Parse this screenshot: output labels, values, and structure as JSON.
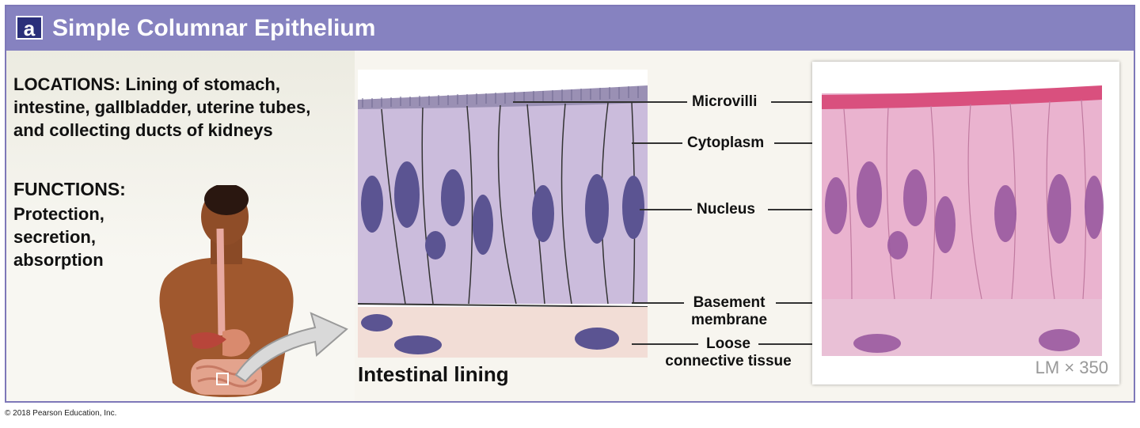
{
  "header": {
    "badge": "a",
    "title": "Simple Columnar Epithelium"
  },
  "info": {
    "locations_heading": "LOCATIONS:",
    "locations_text": "Lining of stomach, intestine, gallbladder, uterine tubes, and collecting ducts of kidneys",
    "functions_heading": "FUNCTIONS:",
    "functions_items": [
      "Protection,",
      "secretion,",
      "absorption"
    ]
  },
  "drawing": {
    "caption": "Intestinal lining"
  },
  "labels": {
    "microvilli": "Microvilli",
    "cytoplasm": "Cytoplasm",
    "nucleus": "Nucleus",
    "basement_line1": "Basement",
    "basement_line2": "membrane",
    "loose_line1": "Loose",
    "loose_line2": "connective tissue"
  },
  "micrograph": {
    "magnification": "LM × 350"
  },
  "footer": {
    "copyright": "© 2018 Pearson Education, Inc."
  },
  "colors": {
    "title_bar": "#8682c0",
    "badge": "#2a2f7a",
    "cell_fill": "#cbbcdc",
    "nucleus_fill": "#5b5492",
    "tissue_pink": "#e6a6c8"
  }
}
